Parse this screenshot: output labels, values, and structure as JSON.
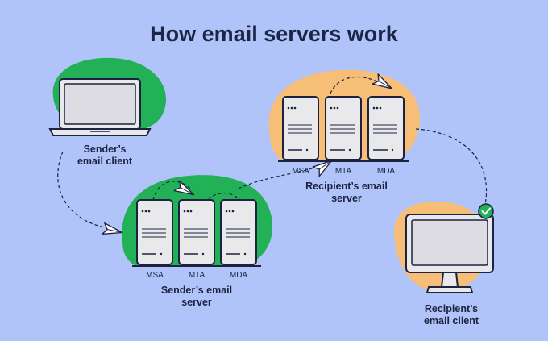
{
  "title": "How email servers work",
  "sender_client": {
    "line1": "Sender’s",
    "line2": "email client"
  },
  "sender_server": {
    "line1": "Sender’s email",
    "line2": "server",
    "units": [
      "MSA",
      "MTA",
      "MDA"
    ]
  },
  "recipient_server": {
    "line1": "Recipient’s email",
    "line2": "server",
    "units": [
      "MSA",
      "MTA",
      "MDA"
    ]
  },
  "recipient_client": {
    "line1": "Recipient’s",
    "line2": "email client"
  },
  "colors": {
    "background": "#b0c4f9",
    "sender_blob": "#22b157",
    "recipient_blob": "#f7be78",
    "ink": "#1c2240",
    "device": "#e9e9ec",
    "check": "#22b157"
  },
  "icons": [
    "laptop-icon",
    "monitor-icon",
    "server-icon",
    "paper-plane-icon",
    "check-badge-icon"
  ]
}
